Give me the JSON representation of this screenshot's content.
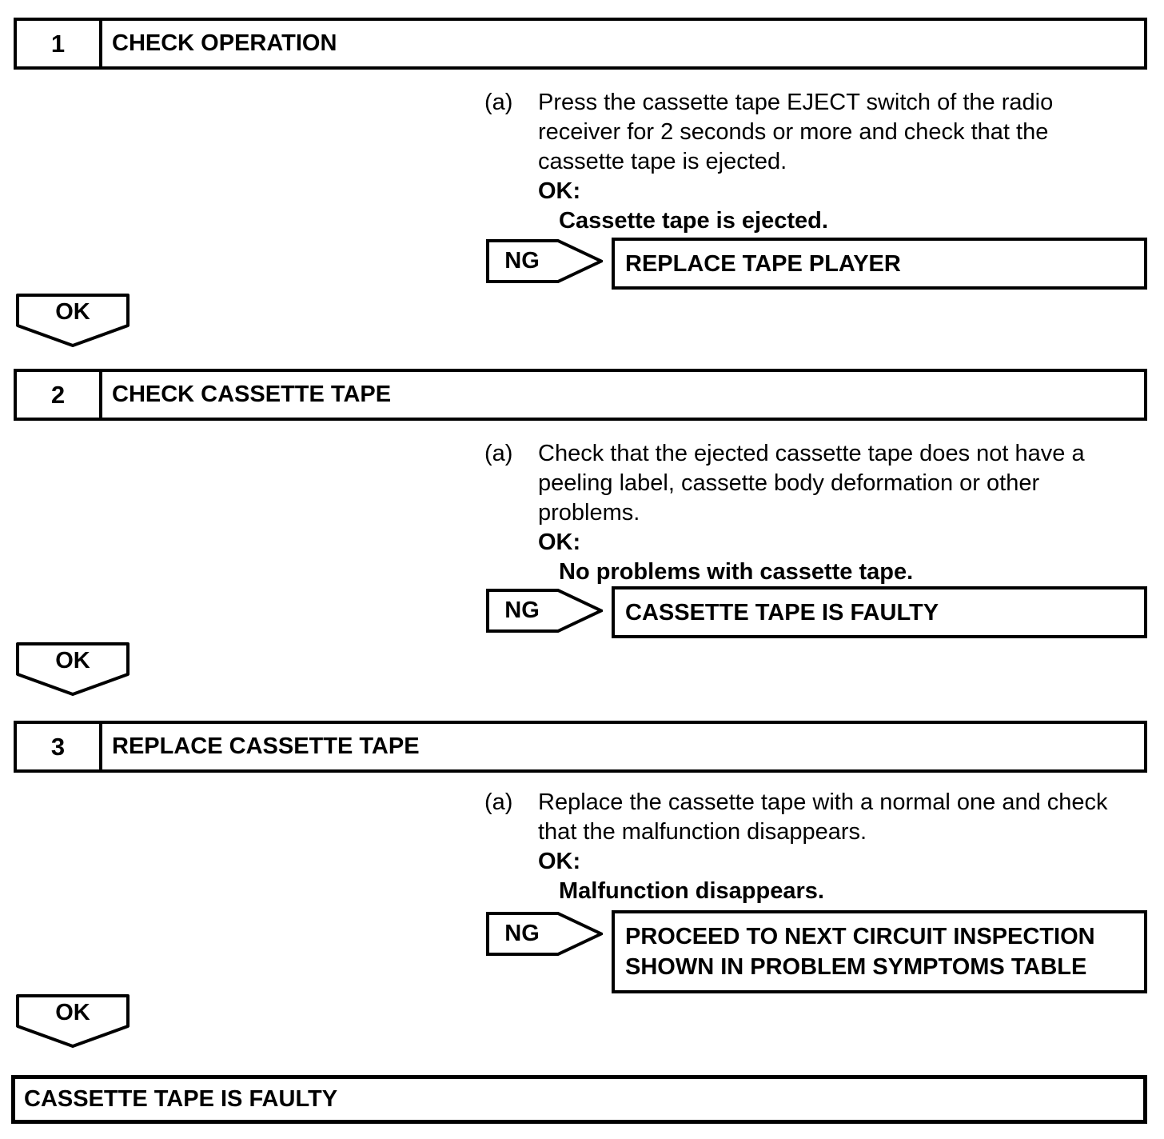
{
  "page": {
    "background_color": "#ffffff",
    "line_color": "#000000"
  },
  "flowchart": {
    "steps": [
      {
        "number": "1",
        "title": "CHECK OPERATION",
        "item_label": "(a)",
        "instruction": "Press the cassette tape EJECT switch of the radio\nreceiver for 2 seconds or more and check that the\ncassette tape is ejected.",
        "ok_heading": "OK:",
        "ok_condition": "Cassette tape is ejected.",
        "ng_label": "NG",
        "ng_result": "REPLACE TAPE PLAYER",
        "ok_connector_label": "OK"
      },
      {
        "number": "2",
        "title": "CHECK CASSETTE TAPE",
        "item_label": "(a)",
        "instruction": "Check that the ejected cassette tape does not have a\npeeling label, cassette body deformation or other\nproblems.",
        "ok_heading": "OK:",
        "ok_condition": "No problems with cassette tape.",
        "ng_label": "NG",
        "ng_result": "CASSETTE TAPE IS FAULTY",
        "ok_connector_label": "OK"
      },
      {
        "number": "3",
        "title": "REPLACE CASSETTE TAPE",
        "item_label": "(a)",
        "instruction": "Replace the cassette tape with a normal one and check\nthat the malfunction disappears.",
        "ok_heading": "OK:",
        "ok_condition": "Malfunction disappears.",
        "ng_label": "NG",
        "ng_result": "PROCEED TO NEXT CIRCUIT INSPECTION\nSHOWN IN PROBLEM SYMPTOMS TABLE",
        "ok_connector_label": "OK"
      }
    ],
    "final_result": "CASSETTE TAPE IS FAULTY"
  }
}
